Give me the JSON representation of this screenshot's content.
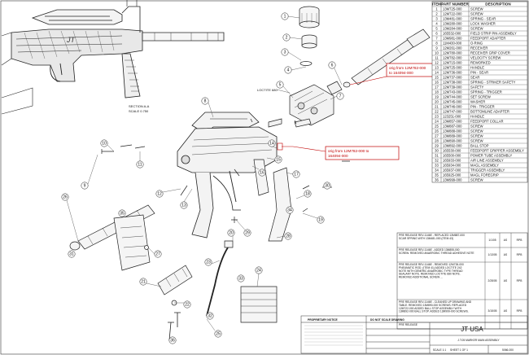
{
  "bom": {
    "headers": {
      "item": "ITEM",
      "part": "PART NUMBER",
      "desc": "DESCRIPTION"
    },
    "rows": [
      {
        "item": "1",
        "part": "13M725-000",
        "desc": "SCREW"
      },
      {
        "item": "2",
        "part": "12M722-000",
        "desc": "SCREW"
      },
      {
        "item": "3",
        "part": "13M481-000",
        "desc": "SPRING - SEAR"
      },
      {
        "item": "4",
        "part": "13M280-000",
        "desc": "LOCK WASHER"
      },
      {
        "item": "5",
        "part": "13M284-000",
        "desc": "SCREW"
      },
      {
        "item": "6",
        "part": "165532-000",
        "desc": "FIELD STRIP PIN ASSEMBLY"
      },
      {
        "item": "7",
        "part": "13M981-000",
        "desc": "FEEDPORT ADAPTER"
      },
      {
        "item": "8",
        "part": "11M430-000",
        "desc": "O-RING"
      },
      {
        "item": "9",
        "part": "12M261-000",
        "desc": "RECEIVER"
      },
      {
        "item": "10",
        "part": "12M780-000",
        "desc": "RECEIVER GRIP COVER"
      },
      {
        "item": "11",
        "part": "12M782-000",
        "desc": "VELOCITY SCREW"
      },
      {
        "item": "12",
        "part": "12M715-000",
        "desc": "REWORKED"
      },
      {
        "item": "13",
        "part": "12M725-000",
        "desc": "HANDLE"
      },
      {
        "item": "14",
        "part": "12M736-000",
        "desc": "PIN - SEAR"
      },
      {
        "item": "15",
        "part": "12M737-000",
        "desc": "SEAR"
      },
      {
        "item": "16",
        "part": "12M738-000",
        "desc": "SPRING - STRIKER SAFETY"
      },
      {
        "item": "17",
        "part": "12M739-000",
        "desc": "SAFETY"
      },
      {
        "item": "18",
        "part": "12M743-000",
        "desc": "SPRING - TRIGGER"
      },
      {
        "item": "19",
        "part": "12M744-000",
        "desc": "SET SCREW"
      },
      {
        "item": "20",
        "part": "12M745-000",
        "desc": "WASHER"
      },
      {
        "item": "21",
        "part": "12M746-000",
        "desc": "PIN - TRIGGER"
      },
      {
        "item": "22",
        "part": "12M747-000",
        "desc": "BOTTOMLINE ADAPTER"
      },
      {
        "item": "23",
        "part": "123251-000",
        "desc": "HANDLE"
      },
      {
        "item": "24",
        "part": "13M857-000",
        "desc": "FEEDPORT COLLAR"
      },
      {
        "item": "25",
        "part": "13M887-000",
        "desc": "SCREW"
      },
      {
        "item": "26",
        "part": "13M888-000",
        "desc": "SCREW"
      },
      {
        "item": "27",
        "part": "13M889-000",
        "desc": "SCREW"
      },
      {
        "item": "28",
        "part": "13M890-000",
        "desc": "SCREW"
      },
      {
        "item": "29",
        "part": "13M892-000",
        "desc": "BALL STOP"
      },
      {
        "item": "30",
        "part": "165530-000",
        "desc": "FEEDPORT GRIPPER ASSEMBLY"
      },
      {
        "item": "31",
        "part": "165500-000",
        "desc": "POWER TUBE ASSEMBLY"
      },
      {
        "item": "32",
        "part": "165933-000",
        "desc": "AIR LINE ASSEMBLY"
      },
      {
        "item": "33",
        "part": "165934-000",
        "desc": "MAGL ASSEMBLY"
      },
      {
        "item": "34",
        "part": "165937-000",
        "desc": "TRIGGER ASSEMBLY"
      },
      {
        "item": "35",
        "part": "165925-000",
        "desc": "MAGL FOREGRIP"
      },
      {
        "item": "36",
        "part": "13M999-000",
        "desc": "SCREW"
      }
    ]
  },
  "callouts": {
    "a": [
      "orig from 12M782-000",
      "to 164094-000"
    ],
    "b": [
      "orig from 12M782-000 to",
      "164094-000"
    ]
  },
  "section_label": [
    "SECTION A-A",
    "SCALE 0.750"
  ],
  "loctite_label": "LOCTITE 680",
  "bubbles": [
    "1",
    "2",
    "3",
    "4",
    "5",
    "6",
    "7",
    "8",
    "9",
    "10",
    "11",
    "12",
    "13",
    "14",
    "15",
    "16",
    "17",
    "18",
    "19",
    "20",
    "21",
    "22",
    "23",
    "24",
    "25",
    "26",
    "27",
    "28",
    "29",
    "30",
    "31",
    "32",
    "33",
    "34",
    "35",
    "36"
  ],
  "revisions": {
    "rows": [
      {
        "text": "PRE RELEASE REV-1146E - REPLACED 13M887-000 SCAR SPRING WITH 13M481-000 (ITEM 43)",
        "date": "1/1/05",
        "rev": "AS",
        "by": "RPB"
      },
      {
        "text": "PRE RELEASE REV-1146E - ADDED 13M855-000 SCREW. REMOVED ANAEROBIC THREAD ADHESIVE NOTE",
        "date": "1/13/05",
        "rev": "AS",
        "by": "RPB"
      },
      {
        "text": "PRE RELEASE REV-1146E - REMOVED 12M726-000 PNEUMATIC ROD. (ITEM 41) ADDED LOCTITE 242 NOTE WITH GENERIC ANAEROBIC TYPE THREAD SEALANT NOTE. REMOVED LOCTITE 680 NOTE. REMOVED ADDITIONAL SCREW ...",
        "date": "2/28/05",
        "rev": "AS",
        "by": "RPB"
      },
      {
        "text": "PRE RELEASE REV-1146E - CLEANED UP DRAWING AND TABLE. REMOVED 13M890-000 SCREWS. REPLACED 12M722-000 ADDED BALL STOP ASSEMBLY WITH 13M892-000 BALL STOP. ADDED 13M999-000 SCREWS.",
        "date": "3/15/05",
        "rev": "AS",
        "by": "RPB"
      },
      {
        "text": "PRE RELEASE",
        "date": "",
        "rev": "",
        "by": ""
      }
    ]
  },
  "title_block": {
    "proprietary": "PROPRIETARY NOTICE",
    "do_not_scale": "DO NOT SCALE DRAWING",
    "company": "JT USA",
    "title": "J.T.05 MARKER MAIN ASSEMBLY",
    "drawing_no": "5066-000",
    "sheet": "SHEET 1 OF 1",
    "scale": "SCALE 1:1"
  }
}
